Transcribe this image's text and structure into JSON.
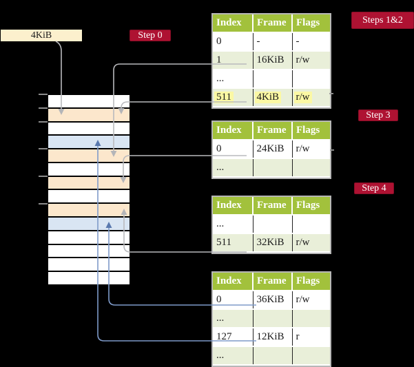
{
  "page_box": {
    "label": "4KiB"
  },
  "badges": {
    "step0": {
      "label": "Step 0"
    },
    "steps12": {
      "label": "Steps 1&2"
    },
    "step3": {
      "label": "Step 3"
    },
    "step4": {
      "label": "Step 4"
    }
  },
  "colors": {
    "background": "#000000",
    "badge_red": "#ae1232",
    "table_header_green": "#a2c13c",
    "table_row_green": "#e9efd9",
    "highlight_yellow": "#fbf8a4",
    "page_box_cream": "#fcf0cd",
    "stack_orange": "#fce7cc",
    "stack_blue": "#d9e5f3",
    "pointer_gray": "#b9babd",
    "pointer_blue": "#7e9ac9"
  },
  "memory_stack": {
    "rows": [
      {
        "type": "white"
      },
      {
        "type": "orange"
      },
      {
        "type": "white"
      },
      {
        "type": "blue"
      },
      {
        "type": "orange"
      },
      {
        "type": "white"
      },
      {
        "type": "orange"
      },
      {
        "type": "white"
      },
      {
        "type": "orange"
      },
      {
        "type": "blue"
      },
      {
        "type": "white"
      },
      {
        "type": "white"
      },
      {
        "type": "white"
      },
      {
        "type": "white"
      }
    ]
  },
  "tables": {
    "t1": {
      "columns": [
        "Index",
        "Frame",
        "Flags"
      ],
      "rows": [
        {
          "cells": [
            "0",
            "-",
            "-"
          ]
        },
        {
          "cells": [
            "1",
            "16KiB",
            "r/w"
          ]
        },
        {
          "cells": [
            "...",
            "",
            ""
          ]
        },
        {
          "cells": [
            "511",
            "4KiB",
            "r/w"
          ]
        }
      ]
    },
    "t2": {
      "columns": [
        "Index",
        "Frame",
        "Flags"
      ],
      "rows": [
        {
          "cells": [
            "0",
            "24KiB",
            "r/w"
          ]
        },
        {
          "cells": [
            "...",
            "",
            ""
          ]
        }
      ]
    },
    "t3": {
      "columns": [
        "Index",
        "Frame",
        "Flags"
      ],
      "rows": [
        {
          "cells": [
            "...",
            "",
            ""
          ]
        },
        {
          "cells": [
            "511",
            "32KiB",
            "r/w"
          ]
        }
      ]
    },
    "t4": {
      "columns": [
        "Index",
        "Frame",
        "Flags"
      ],
      "rows": [
        {
          "cells": [
            "0",
            "36KiB",
            "r/w"
          ]
        },
        {
          "cells": [
            "...",
            "",
            ""
          ]
        },
        {
          "cells": [
            "127",
            "12KiB",
            "r"
          ]
        },
        {
          "cells": [
            "...",
            "",
            ""
          ]
        }
      ]
    }
  },
  "pointers": [
    {
      "from": "page-box-4KiB",
      "to": "stack-row-2",
      "color": "gray",
      "direction": "down"
    },
    {
      "from": "t1-index-1",
      "to": "stack-row-5",
      "color": "gray",
      "direction": "down"
    },
    {
      "from": "t1-index-511",
      "to": "stack-row-2",
      "color": "gray",
      "direction": "down"
    },
    {
      "from": "t2-index-0",
      "to": "stack-row-7",
      "color": "gray",
      "direction": "down"
    },
    {
      "from": "t3-index-511",
      "to": "stack-row-9",
      "color": "gray",
      "direction": "up"
    },
    {
      "from": "t4-index-0",
      "to": "stack-row-10",
      "color": "blue",
      "direction": "up"
    },
    {
      "from": "t4-index-127",
      "to": "stack-row-4",
      "color": "blue",
      "direction": "up"
    }
  ]
}
